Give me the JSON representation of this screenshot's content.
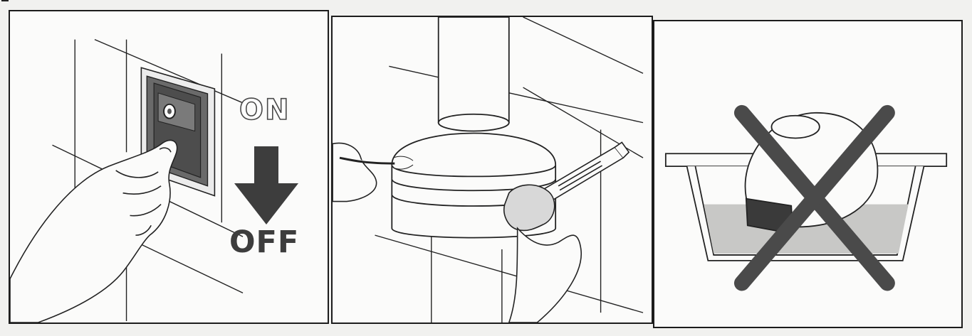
{
  "panel1": {
    "on_label": "ON",
    "off_label": "OFF",
    "switch_mark": "O"
  },
  "panel2": {},
  "panel3": {},
  "colors": {
    "ink": "#1c1c1c",
    "arrow": "#3d3d3d",
    "switch_face": "#5a5a5a",
    "water": "#c8c8c6",
    "cross": "#4a4a4a"
  }
}
